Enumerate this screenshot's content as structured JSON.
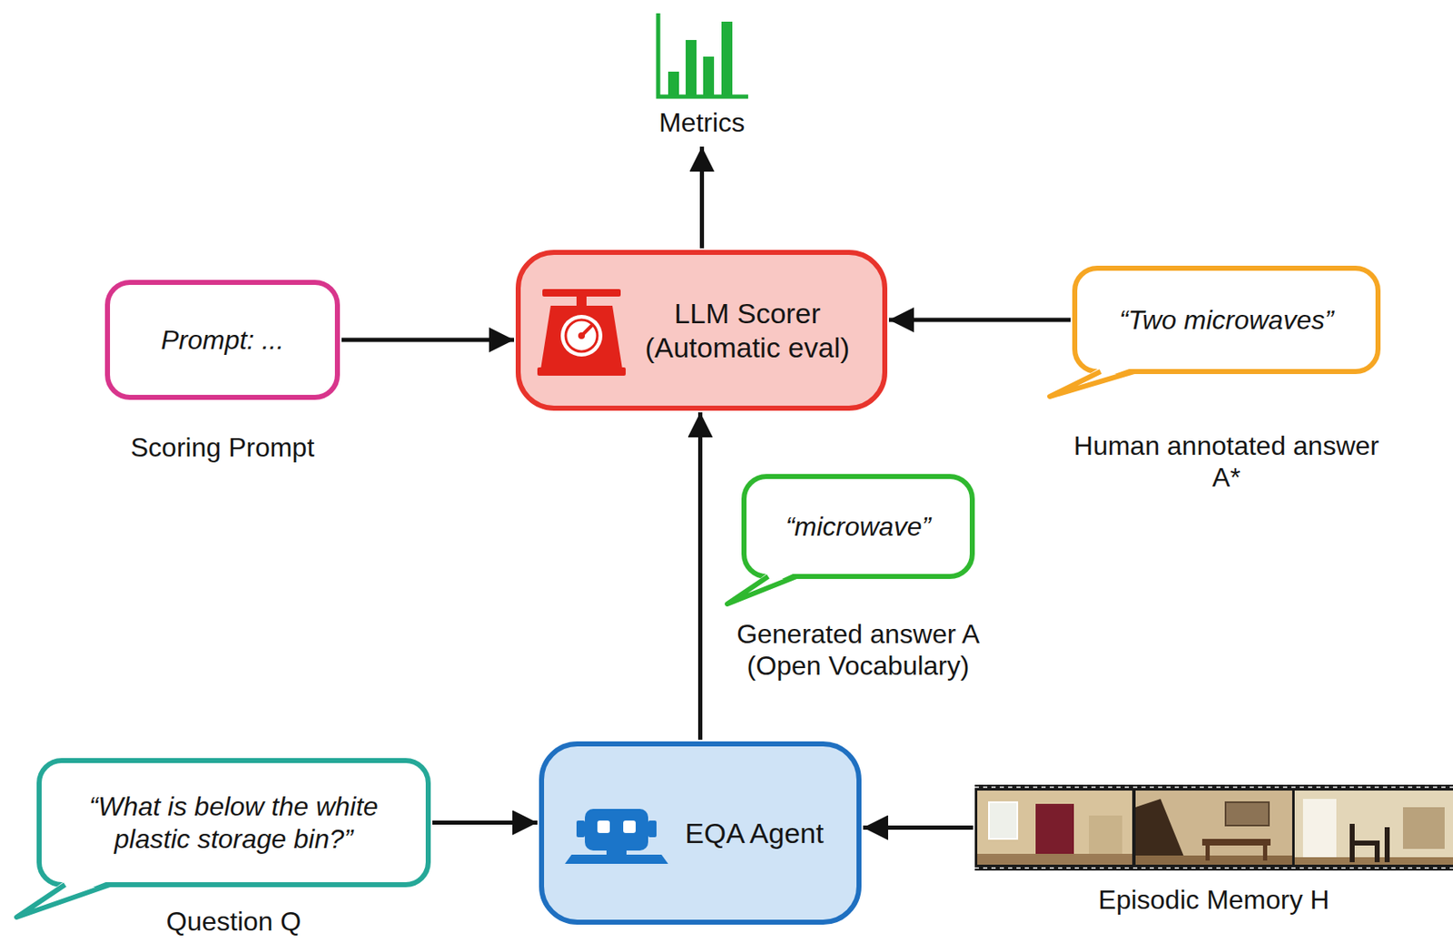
{
  "diagram": {
    "nodes": [
      {
        "text": [
          "Metrics"
        ]
      },
      {
        "text": [
          "Prompt: ...",
          "Scoring Prompt"
        ]
      },
      {
        "text": [
          "LLM Scorer (Automatic eval)"
        ]
      },
      {
        "text": [
          "“Two microwaves”",
          "Human annotated answer A*"
        ]
      },
      {
        "text": [
          "“microwave”",
          "Generated answer A (Open Vocabulary)"
        ]
      },
      {
        "text": [
          "“What is below the white plastic storage bin?”",
          "Question Q"
        ]
      },
      {
        "text": [
          "EQA Agent"
        ]
      },
      {
        "text": [
          "Episodic Memory H"
        ]
      }
    ],
    "edges": [
      {
        "from": 5,
        "to": 6,
        "arrow": "to"
      },
      {
        "from": 7,
        "to": 6,
        "arrow": "to"
      },
      {
        "from": 6,
        "to": 2,
        "arrow": "to"
      },
      {
        "from": 1,
        "to": 2,
        "arrow": "to"
      },
      {
        "from": 3,
        "to": 2,
        "arrow": "to"
      },
      {
        "from": 2,
        "to": 0,
        "arrow": "to"
      }
    ]
  }
}
